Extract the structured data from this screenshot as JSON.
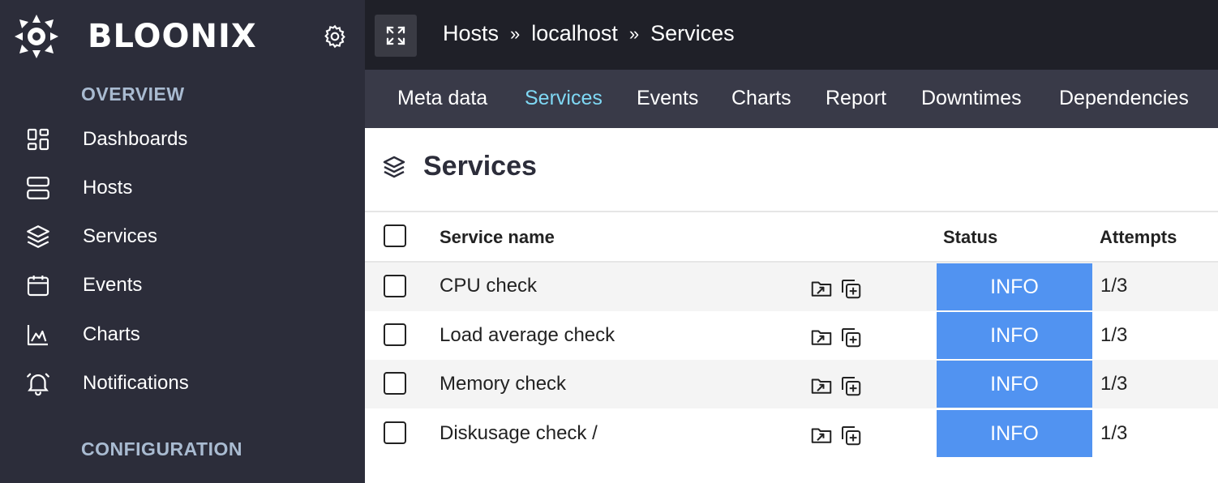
{
  "brand": {
    "name": "BLOONIX"
  },
  "sidebar": {
    "overview_label": "OVERVIEW",
    "items": [
      {
        "label": "Dashboards",
        "icon": "dashboard-icon"
      },
      {
        "label": "Hosts",
        "icon": "server-icon"
      },
      {
        "label": "Services",
        "icon": "layers-icon"
      },
      {
        "label": "Events",
        "icon": "calendar-icon"
      },
      {
        "label": "Charts",
        "icon": "chart-icon"
      },
      {
        "label": "Notifications",
        "icon": "bell-icon"
      }
    ],
    "configuration_label": "CONFIGURATION"
  },
  "breadcrumb": {
    "items": [
      "Hosts",
      "localhost",
      "Services"
    ],
    "separator": "»"
  },
  "tabs": [
    {
      "label": "Meta data",
      "active": false
    },
    {
      "label": "Services",
      "active": true
    },
    {
      "label": "Events",
      "active": false
    },
    {
      "label": "Charts",
      "active": false
    },
    {
      "label": "Report",
      "active": false
    },
    {
      "label": "Downtimes",
      "active": false
    },
    {
      "label": "Dependencies",
      "active": false
    }
  ],
  "page": {
    "title": "Services"
  },
  "table": {
    "headers": {
      "name": "Service name",
      "status": "Status",
      "attempts": "Attempts"
    },
    "rows": [
      {
        "name": "CPU check",
        "status": "INFO",
        "attempts": "1/3"
      },
      {
        "name": "Load average check",
        "status": "INFO",
        "attempts": "1/3"
      },
      {
        "name": "Memory check",
        "status": "INFO",
        "attempts": "1/3"
      },
      {
        "name": "Diskusage check /",
        "status": "INFO",
        "attempts": "1/3"
      }
    ]
  },
  "colors": {
    "sidebar_bg": "#2c2d3a",
    "topbar_bg": "#1f2028",
    "tabbar_bg": "#393a48",
    "active_tab": "#7fd8f4",
    "section_label": "#a9bbd1",
    "status_info": "#5193f1"
  }
}
